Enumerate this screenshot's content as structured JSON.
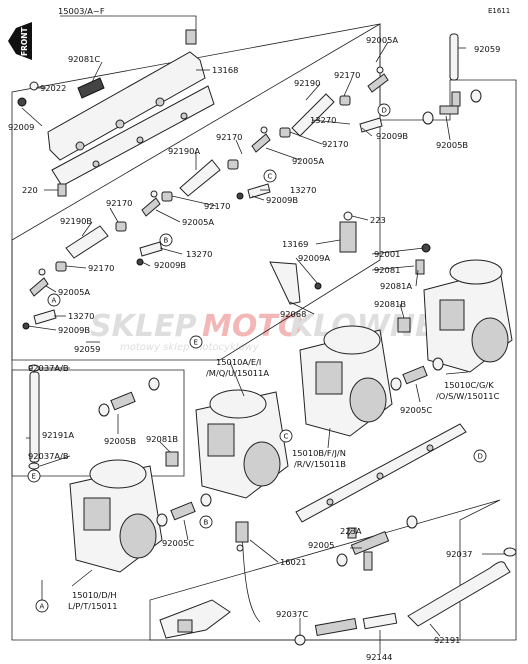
{
  "diagram_code": "E1611",
  "front_label": "FRONT",
  "watermark": {
    "brand_a": "SKLEP",
    "brand_b": "MOTO",
    "brand_c": "KLOWNE.PL",
    "tagline": "motowy sklep motocyklowy"
  },
  "callouts": [
    "A",
    "B",
    "C",
    "D",
    "E"
  ],
  "labels": [
    "15003/A~F",
    "13168",
    "92081C",
    "92022",
    "92009",
    "220",
    "92005A",
    "92059",
    "92190",
    "92170",
    "13270",
    "92009B",
    "92005B",
    "92170",
    "92005A",
    "92170",
    "92190A",
    "92170",
    "13270",
    "92009B",
    "223",
    "92190B",
    "92170",
    "92005A",
    "13270",
    "92009B",
    "92170",
    "92005A",
    "13270",
    "92009B",
    "92059",
    "13169",
    "92009A",
    "92001",
    "92081",
    "92081A",
    "92068",
    "92081B",
    "15010A/E/I",
    "/M/Q/U/15011A",
    "92037A/B",
    "92005B",
    "92191A",
    "92037A/B",
    "92081B",
    "92005C",
    "15010C/G/K",
    "/O/S/W/15011C",
    "15010B/F/J/N",
    "/R/V/15011B",
    "223A",
    "92005",
    "92005C",
    "16021",
    "92037",
    "15010/D/H",
    "L/P/T/15011",
    "92037C",
    "92191",
    "92144"
  ]
}
